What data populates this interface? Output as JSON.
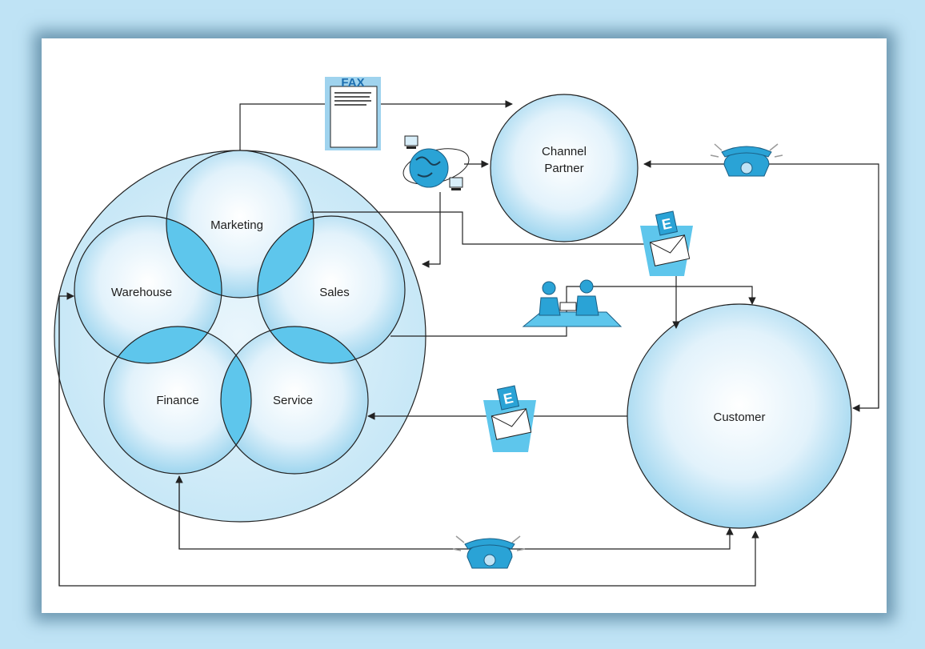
{
  "diagram": {
    "departments": {
      "marketing": "Marketing",
      "warehouse": "Warehouse",
      "sales": "Sales",
      "finance": "Finance",
      "service": "Service"
    },
    "channel_partner": [
      "Channel",
      "Partner"
    ],
    "customer": "Customer",
    "fax_icon_text": "FAX",
    "email_icon_letter": "E",
    "icons": [
      "fax-icon",
      "globe-network-icon",
      "email-icon",
      "meeting-icon",
      "telephone-icon"
    ],
    "colors": {
      "background": "#bfe3f5",
      "circle_fill": "#e2f2fb",
      "circle_edge": "#8fcfec",
      "overlap": "#5ec6ec",
      "icon_blue": "#2aa3d6"
    }
  }
}
